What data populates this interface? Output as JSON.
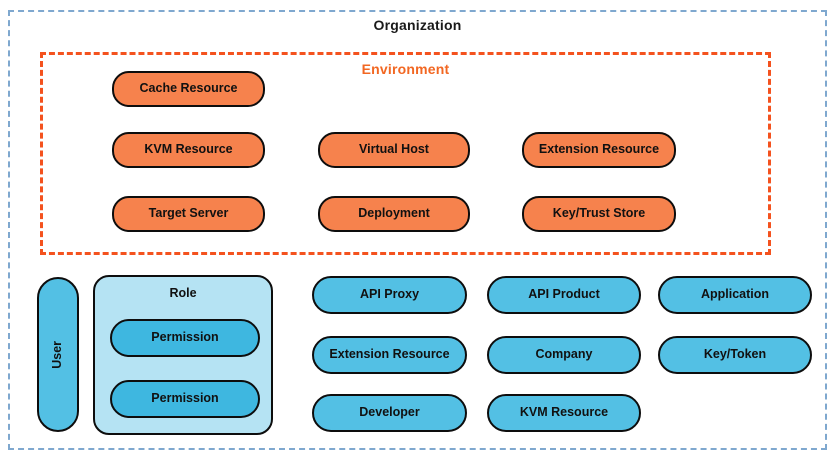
{
  "colors": {
    "org_boundary_dash": "#7FA8CF",
    "env_boundary_dash": "#F4521E",
    "env_label_text": "#F26722",
    "env_node_fill": "#F6824D",
    "org_node_fill": "#53C0E4",
    "role_container_fill": "#B5E3F3",
    "permission_node_fill": "#3EB7E0",
    "node_border": "#0d0d0d",
    "text": "#111111",
    "background": "#ffffff"
  },
  "organization": {
    "label": "Organization"
  },
  "environment": {
    "label": "Environment",
    "boxes": [
      "Cache Resource",
      "KVM Resource",
      "Virtual Host",
      "Extension Resource",
      "Target Server",
      "Deployment",
      "Key/Trust Store"
    ]
  },
  "org_level": {
    "user_label": "User",
    "role": {
      "label": "Role",
      "permissions": [
        "Permission",
        "Permission"
      ]
    },
    "boxes": [
      "API Proxy",
      "API Product",
      "Application",
      "Extension Resource",
      "Company",
      "Key/Token",
      "Developer",
      "KVM Resource"
    ]
  }
}
